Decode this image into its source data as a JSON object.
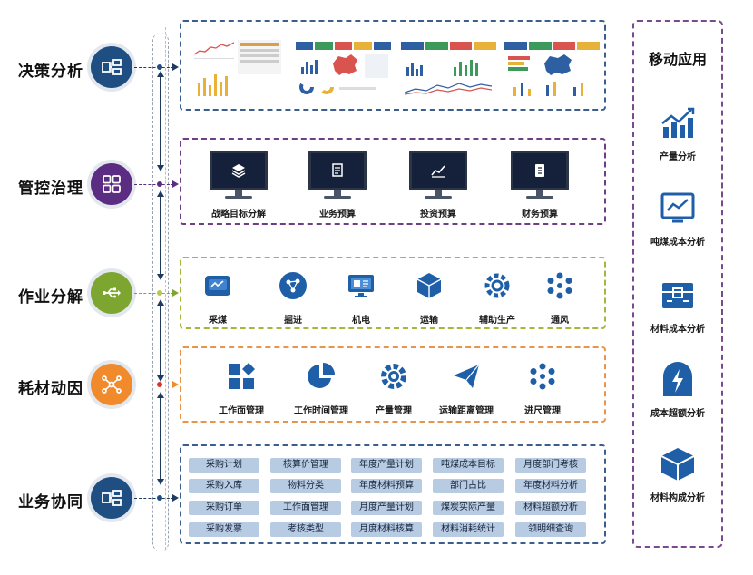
{
  "levels": [
    {
      "label": "决策分析",
      "color": "#1f4e82"
    },
    {
      "label": "管控治理",
      "color": "#5b2d82"
    },
    {
      "label": "作业分解",
      "color": "#7da631"
    },
    {
      "label": "耗材动因",
      "color": "#f08a2a"
    },
    {
      "label": "业务协同",
      "color": "#1f4e82"
    }
  ],
  "governance": [
    "战略目标分解",
    "业务预算",
    "投资预算",
    "财务预算"
  ],
  "operations": [
    "采煤",
    "掘进",
    "机电",
    "运输",
    "辅助生产",
    "通风"
  ],
  "cost_drivers": [
    "工作面管理",
    "工作时间管理",
    "产量管理",
    "运输距离管理",
    "进尺管理"
  ],
  "business_grid": [
    [
      "采购计划",
      "核算价管理",
      "年度产量计划",
      "吨煤成本目标",
      "月度部门考核"
    ],
    [
      "采购入库",
      "物料分类",
      "年度材料预算",
      "部门占比",
      "年度材料分析"
    ],
    [
      "采购订单",
      "工作面管理",
      "月度产量计划",
      "煤炭实际产量",
      "材料超额分析"
    ],
    [
      "采购发票",
      "考核类型",
      "月度材料核算",
      "材料消耗统计",
      "领明细查询"
    ]
  ],
  "mobile": {
    "title": "移动应用",
    "items": [
      "产量分析",
      "吨煤成本分析",
      "材料成本分析",
      "成本超额分析",
      "材料构成分析"
    ]
  },
  "colors": {
    "navy": "#1f4e82",
    "purple": "#5b2d82",
    "green": "#7da631",
    "orange": "#f08a2a",
    "icon_blue": "#1f5fa8",
    "chip": "#b7cbe2"
  }
}
